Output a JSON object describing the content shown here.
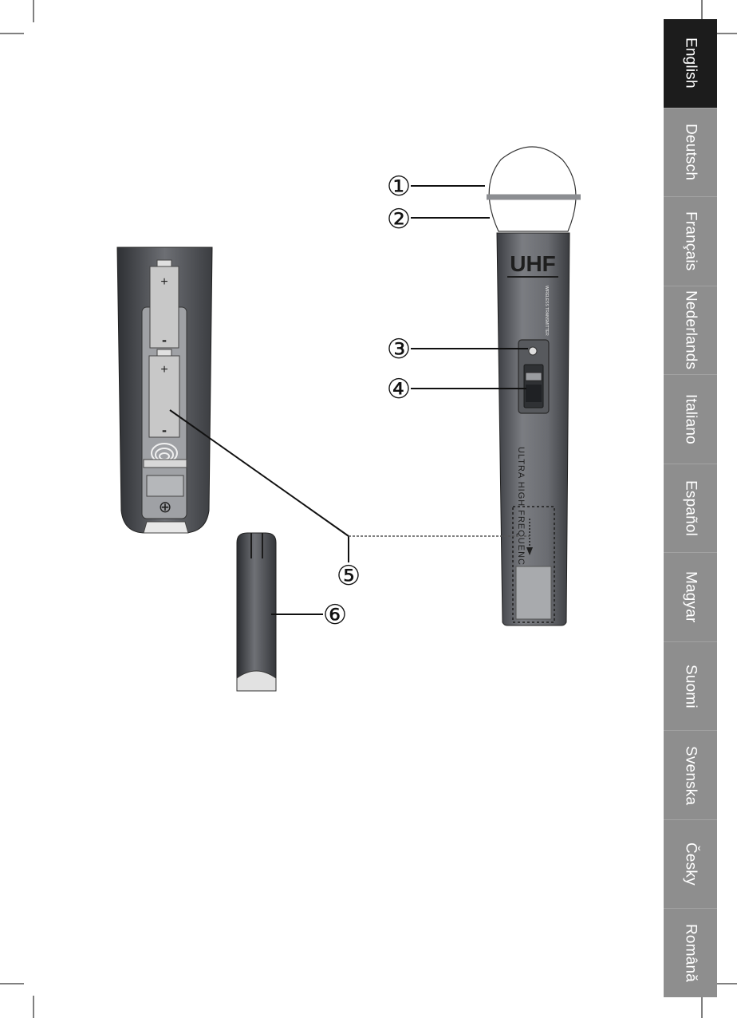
{
  "callouts": [
    {
      "label": "①"
    },
    {
      "label": "②"
    },
    {
      "label": "③"
    },
    {
      "label": "④"
    },
    {
      "label": "⑤"
    },
    {
      "label": "⑥"
    }
  ],
  "microphone": {
    "brand": "UHF",
    "small_text": "WIRELESS TRANSMITTER",
    "body_text": "ULTRA HIGH FREQUENCY"
  },
  "battery": {
    "plus": "+",
    "minus": "-",
    "ground": "⊕"
  },
  "languages": [
    {
      "label": "English",
      "active": true
    },
    {
      "label": "Deutsch",
      "active": false
    },
    {
      "label": "Français",
      "active": false
    },
    {
      "label": "Nederlands",
      "active": false
    },
    {
      "label": "Italiano",
      "active": false
    },
    {
      "label": "Español",
      "active": false
    },
    {
      "label": "Magyar",
      "active": false
    },
    {
      "label": "Suomi",
      "active": false
    },
    {
      "label": "Svenska",
      "active": false
    },
    {
      "label": "Česky",
      "active": false
    },
    {
      "label": "Română",
      "active": false
    }
  ],
  "colors": {
    "tab_inactive": "#8e8e8e",
    "tab_active": "#1c1c1c",
    "device_body": "#6e7075",
    "device_dark": "#3a3c40"
  }
}
